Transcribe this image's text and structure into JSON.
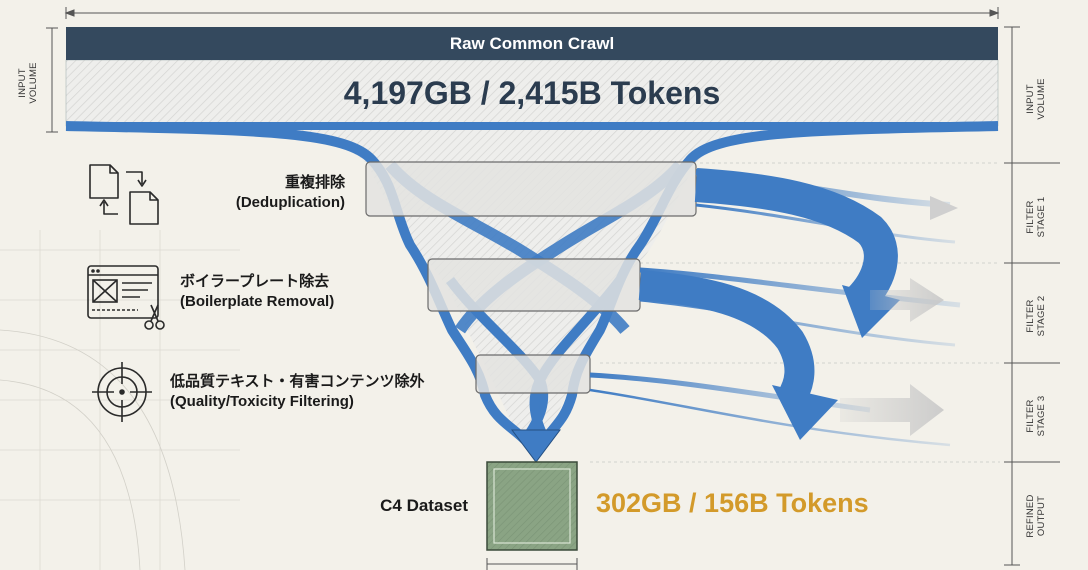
{
  "input": {
    "title": "Raw Common Crawl",
    "value": "4,197GB / 2,415B Tokens",
    "side_label_left": "INPUT\nVOLUME",
    "side_label_right": "INPUT\nVOLUME"
  },
  "stages": [
    {
      "label_ja": "重複排除",
      "label_en": "(Deduplication)",
      "icon": "document-copy-icon",
      "side_label": "FILTER\nSTAGE 1"
    },
    {
      "label_ja": "ボイラープレート除去",
      "label_en": "(Boilerplate Removal)",
      "icon": "webpage-scissors-icon",
      "side_label": "FILTER\nSTAGE 2"
    },
    {
      "label_ja": "低品質テキスト・有害コンテンツ除外",
      "label_en": "(Quality/Toxicity Filtering)",
      "icon": "crosshair-target-icon",
      "side_label": "FILTER\nSTAGE 3"
    }
  ],
  "output": {
    "name": "C4 Dataset",
    "value": "302GB / 156B Tokens",
    "side_label": "REFINED\nOUTPUT"
  },
  "colors": {
    "banner": "#34495e",
    "flow_blue": "#3f7cc4",
    "output_value": "#d39a2a",
    "output_box": "#7f9a78",
    "background": "#f3f1ea"
  }
}
